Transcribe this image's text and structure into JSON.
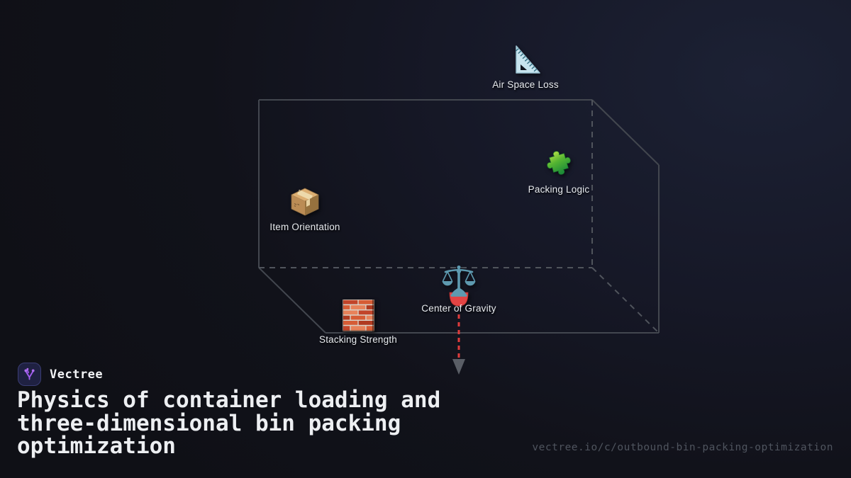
{
  "scene": {
    "background_color": "#11121a",
    "glow_color": "#1c2134",
    "wireframe_color": "#43474f",
    "hidden_edge_color": "#50545c"
  },
  "diagram": {
    "container_label": "shipping-container-wireframe",
    "features": [
      {
        "icon": "triangle-ruler",
        "label": "Air Space Loss"
      },
      {
        "icon": "puzzle-piece",
        "label": "Packing Logic"
      },
      {
        "icon": "package-box",
        "label": "Item Orientation"
      },
      {
        "icon": "balance-scale",
        "label": "Center of Gravity"
      },
      {
        "icon": "brick-wall",
        "label": "Stacking Strength"
      }
    ],
    "gravity_arrow": {
      "line_color": "#e03c3c",
      "arrowhead_color": "#5a5e66",
      "weight_color": "#e24444"
    }
  },
  "footer": {
    "brand": "Vectree",
    "brand_accent": "#a25df0",
    "title_lines": [
      "Physics of container loading and",
      "three-dimensional bin packing",
      "optimization"
    ],
    "url": "vectree.io/c/outbound-bin-packing-optimization"
  }
}
